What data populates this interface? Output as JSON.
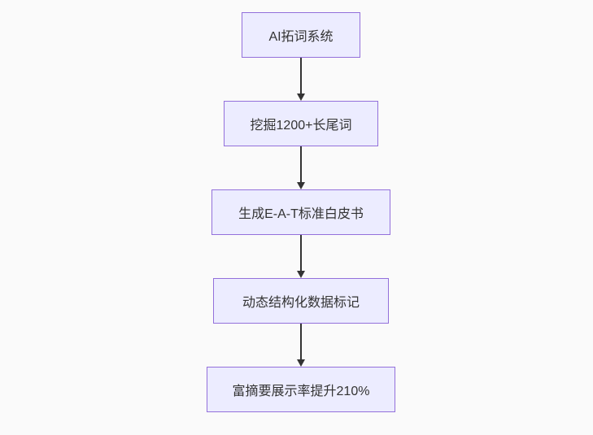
{
  "flowchart": {
    "type": "flowchart",
    "direction": "top-down",
    "nodes": [
      {
        "label": "AI拓词系统"
      },
      {
        "label": "挖掘1200+长尾词"
      },
      {
        "label": "生成E-A-T标准白皮书"
      },
      {
        "label": "动态结构化数据标记"
      },
      {
        "label": "富摘要展示率提升210%"
      }
    ],
    "edges": [
      {
        "from": 0,
        "to": 1
      },
      {
        "from": 1,
        "to": 2
      },
      {
        "from": 2,
        "to": 3
      },
      {
        "from": 3,
        "to": 4
      }
    ]
  },
  "colors": {
    "canvas_bg": "#fafafa",
    "node_fill": "#ececff",
    "node_border": "#9370db",
    "text_color": "#333333",
    "arrow_color": "#333333"
  }
}
